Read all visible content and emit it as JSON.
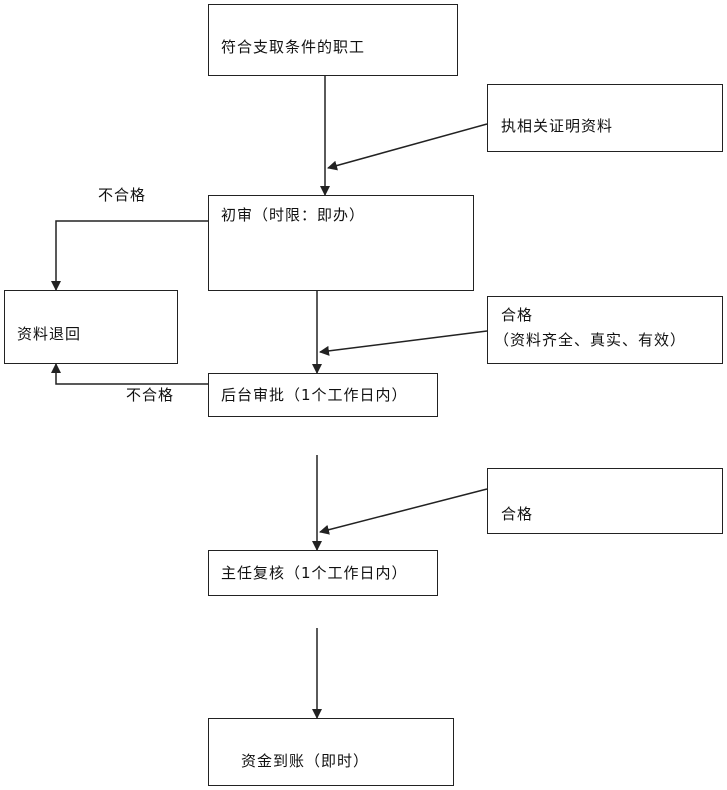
{
  "nodes": {
    "eligible": "符合支取条件的职工",
    "documents": "执相关证明资料",
    "initial_review": "初审（时限：即办）",
    "returned": "资料退回",
    "pass_criteria_title": "合格",
    "pass_criteria_detail": "（资料齐全、真实、有效）",
    "backend_approval": "后台审批（1个工作日内）",
    "pass_2": "合格",
    "director_review": "主任复核（1个工作日内）",
    "funds_arrived": "资金到账（即时）"
  },
  "labels": {
    "fail_1": "不合格",
    "fail_2": "不合格"
  }
}
